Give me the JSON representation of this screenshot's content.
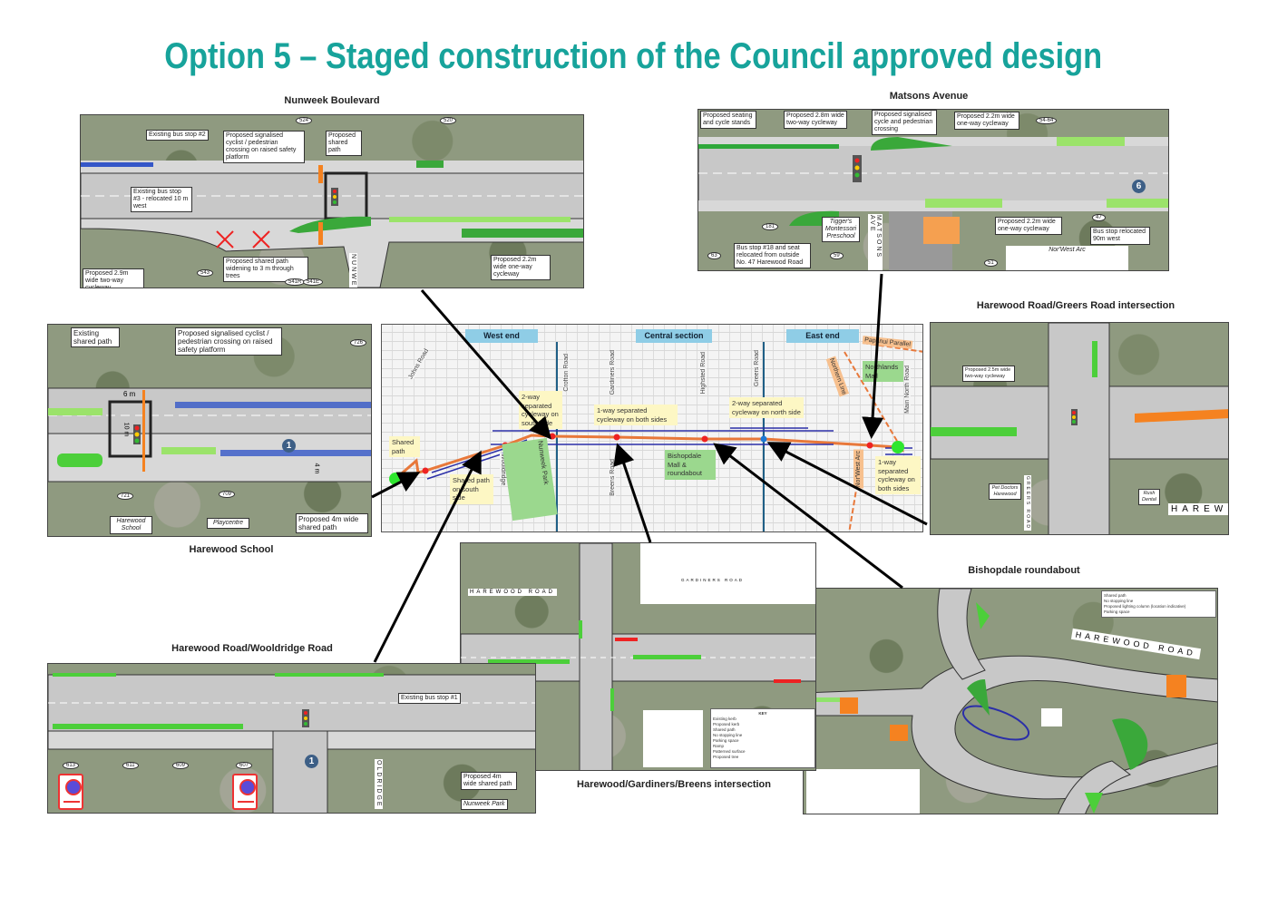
{
  "title": "Option 5 – Staged construction of the Council approved design",
  "colors": {
    "title": "#17a39b",
    "route": "#e8783a",
    "cycleway_arrow": "#2b2fa8",
    "section_header": "#8fcde6",
    "note": "#fdf7c4",
    "green_area": "#9bd88e",
    "orange_area": "#f7c08e"
  },
  "panels": {
    "nunweek": {
      "title": "Nunweek Boulevard",
      "labels": [
        "Existing bus stop #2",
        "Proposed signalised cyclist / pedestrian crossing on raised safety platform",
        "Proposed shared path",
        "Existing bus stop #3 - relocated 10 m west",
        "Proposed shared path widening to 3 m through trees",
        "Proposed 2.9m wide two-way cycleway",
        "Proposed 2.2m wide one-way cycleway"
      ],
      "numbers": [
        "524",
        "520",
        "543",
        "541R",
        "541E"
      ],
      "street": "NUNWEEK"
    },
    "matsons": {
      "title": "Matsons Avenue",
      "labels": [
        "Proposed seating and cycle stands",
        "Proposed 2.8m wide two-way cycleway",
        "Proposed signalised cycle and pedestrian crossing",
        "Proposed 2.2m wide one-way cycleway",
        "Proposed 2.2m wide one-way cycleway",
        "Bus stop relocated 90m west",
        "Bus stop #18 and seat relocated from outside No. 47 Harewood Road"
      ],
      "places": [
        "Tigger's Montessori Preschool",
        "Nor'West Arc"
      ],
      "numbers": [
        "54-64",
        "47",
        "63",
        "59",
        "51",
        "181"
      ],
      "street": "MATSONS AVE",
      "marker": "6"
    },
    "school": {
      "title": "Harewood School",
      "labels": [
        "Existing shared path",
        "Proposed signalised cyclist / pedestrian crossing on raised safety platform",
        "Proposed 4m wide shared path"
      ],
      "places": [
        "Harewood School",
        "Playcentre"
      ],
      "numbers": [
        "726",
        "721",
        "709"
      ],
      "dims": [
        "6 m",
        "10 m",
        "4 m"
      ],
      "marker": "1"
    },
    "greers": {
      "title": "Harewood Road/Greers Road intersection",
      "labels": [
        "Proposed 2.5m wide two-way cycleway"
      ],
      "places": [
        "Pet Doctors Harewood",
        "Rush Dental"
      ],
      "street": "HAREW",
      "street2": "GREERS ROAD"
    },
    "wooldridge": {
      "title": "Harewood Road/Wooldridge Road",
      "labels": [
        "Existing bus stop #1",
        "Proposed 4m wide shared path"
      ],
      "places": [
        "Nunweek Park"
      ],
      "numbers": [
        "613",
        "611",
        "609",
        "607"
      ],
      "street": "OLDRIDGE",
      "marker": "1"
    },
    "gardiners": {
      "title": "Harewood/Gardiners/Breens intersection",
      "street": "HAREWOOD ROAD",
      "street2": "GARDINERS ROAD",
      "key": {
        "heading": "KEY",
        "items": [
          "Existing kerb",
          "Proposed kerb",
          "Shared path",
          "No stopping line",
          "Parking space",
          "Ramp",
          "Patterned surface",
          "Proposed tree"
        ]
      }
    },
    "bishopdale": {
      "title": "Bishopdale roundabout",
      "street": "HAREWOOD ROAD",
      "legend": [
        "Shared path",
        "No stopping line",
        "Proposed lighting column (location indicative)",
        "Parking space"
      ]
    }
  },
  "map": {
    "sections": [
      "West end",
      "Central section",
      "East end"
    ],
    "roads": [
      "Johns Road",
      "Crofton Road",
      "Gardiners Road",
      "Highsted Road",
      "Greers Road",
      "Main North Road",
      "Breens Road",
      "Wooldridge"
    ],
    "orange_labels": [
      "Papanui Parallel",
      "Northern Line",
      "Nor'West Arc"
    ],
    "green_labels": [
      "Northlands Mall",
      "Bishopdale Mall & roundabout",
      "Nunweek Park"
    ],
    "notes": [
      "Shared path",
      "2-way separated cycleway on south side",
      "1-way separated cycleway on both sides",
      "2-way separated cycleway on north side",
      "Shared path on south side",
      "1-way separated cycleway on both sides"
    ]
  }
}
